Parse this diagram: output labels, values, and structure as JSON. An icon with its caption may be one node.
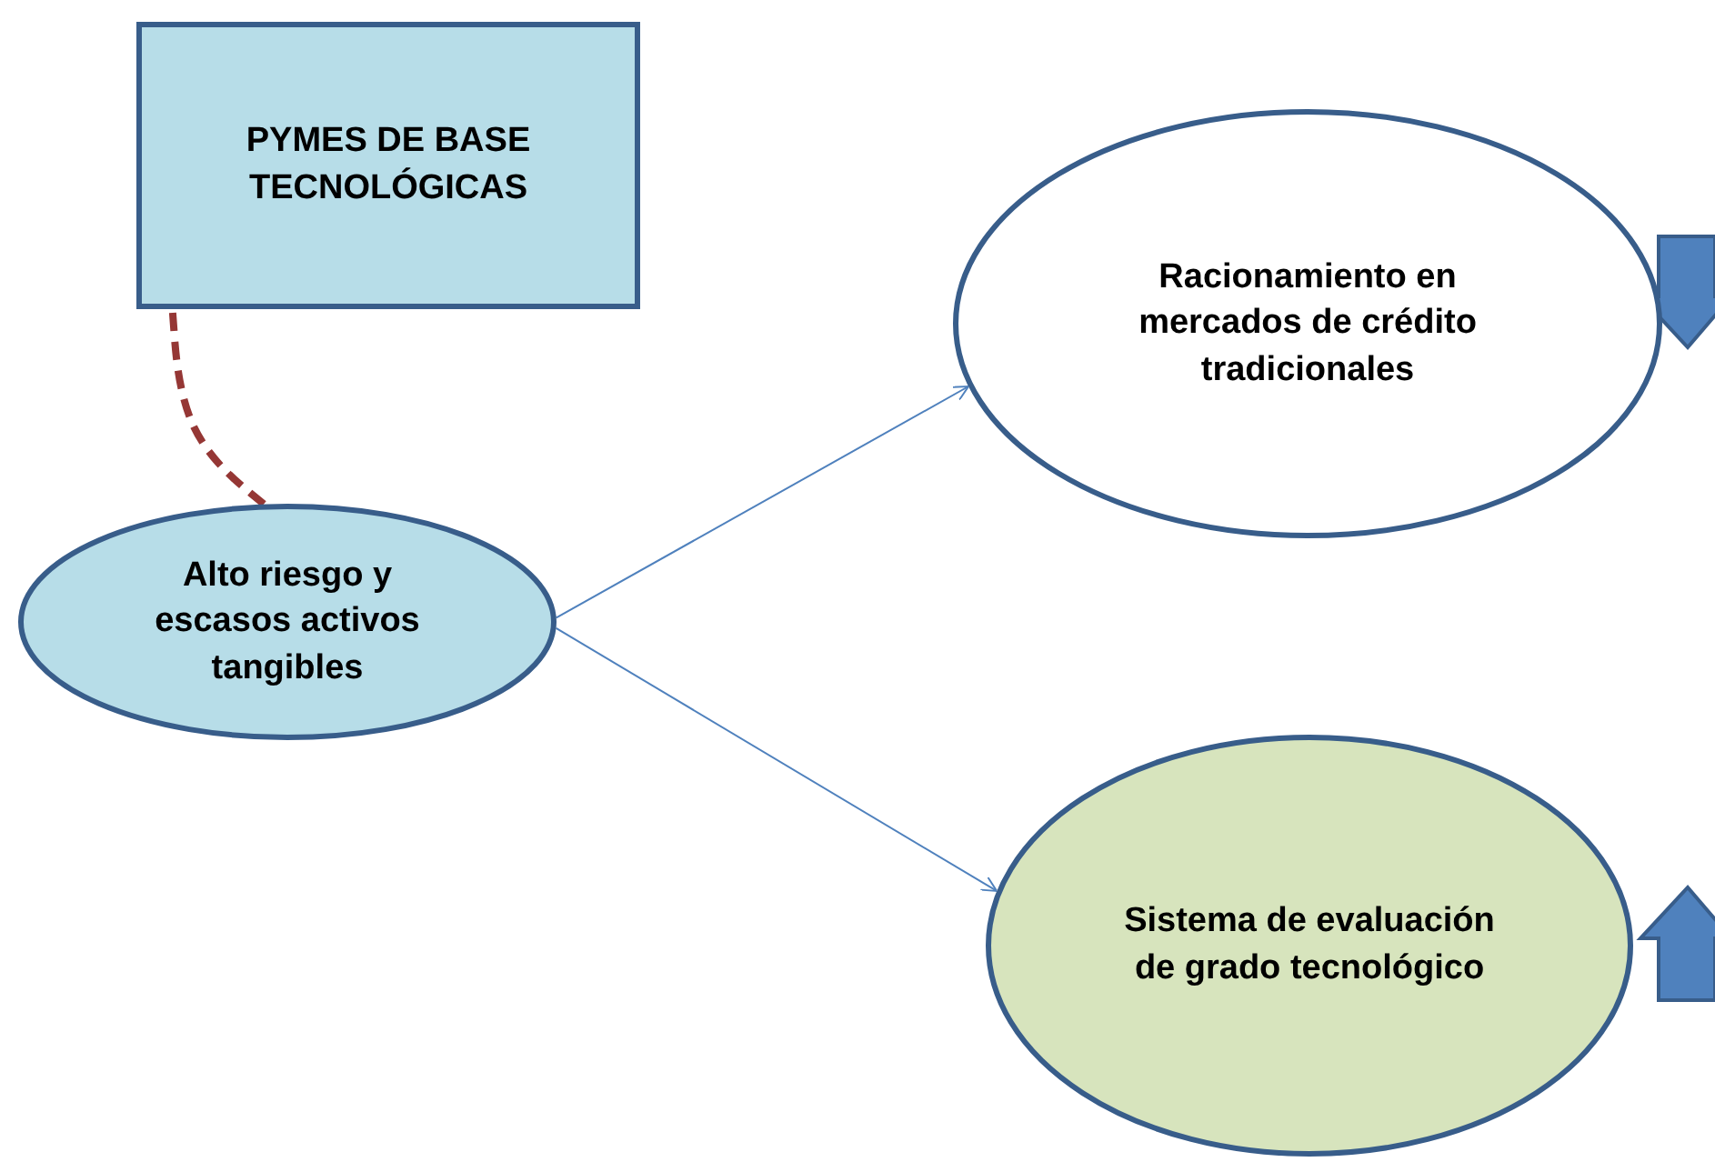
{
  "diagram": {
    "nodes": [
      {
        "text": [
          "PYMES DE BASE TECNOLÓGICAS"
        ]
      },
      {
        "text": [
          "Alto riesgo y escasos activos tangibles"
        ]
      },
      {
        "text": [
          "Racionamiento en mercados de crédito tradicionales"
        ]
      },
      {
        "text": [
          "Sistema de evaluación de grado tecnológico"
        ]
      }
    ],
    "edges": [
      {
        "from": 0,
        "to": 1,
        "arrow": "none",
        "style": "dashed",
        "color": "#953735"
      },
      {
        "from": 1,
        "to": 2,
        "arrow": "to"
      },
      {
        "from": 1,
        "to": 3,
        "arrow": "to"
      }
    ]
  }
}
